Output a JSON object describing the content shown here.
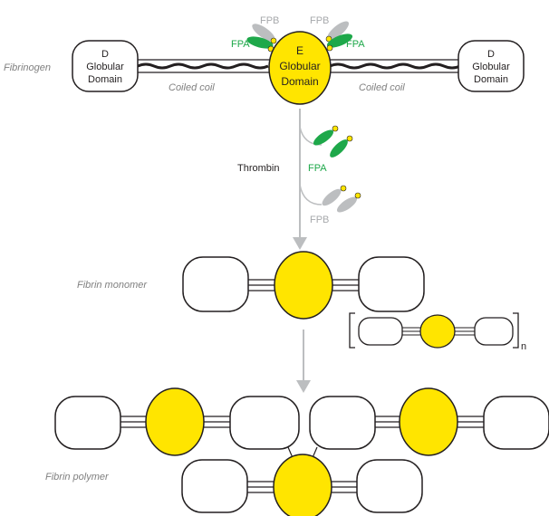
{
  "labels": {
    "fibrinogen": "Fibrinogen",
    "coiled_coil_left": "Coiled coil",
    "coiled_coil_right": "Coiled coil",
    "d_domain_line1": "D",
    "d_domain_line2": "Globular",
    "d_domain_line3": "Domain",
    "e_domain_line1": "E",
    "e_domain_line2": "Globular",
    "e_domain_line3": "Domain",
    "fpa": "FPA",
    "fpb": "FPB",
    "thrombin": "Thrombin",
    "fibrin_monomer": "Fibrin monomer",
    "fibrin_polymer": "Fibrin polymer",
    "repeat_n": "n"
  },
  "colors": {
    "e_domain_fill": "#ffe500",
    "fpa_green": "#1ea84a",
    "fpb_gray": "#bcbec0",
    "outline": "#231f20",
    "arrow_gray": "#bcbec0",
    "italic_label": "#808080"
  }
}
